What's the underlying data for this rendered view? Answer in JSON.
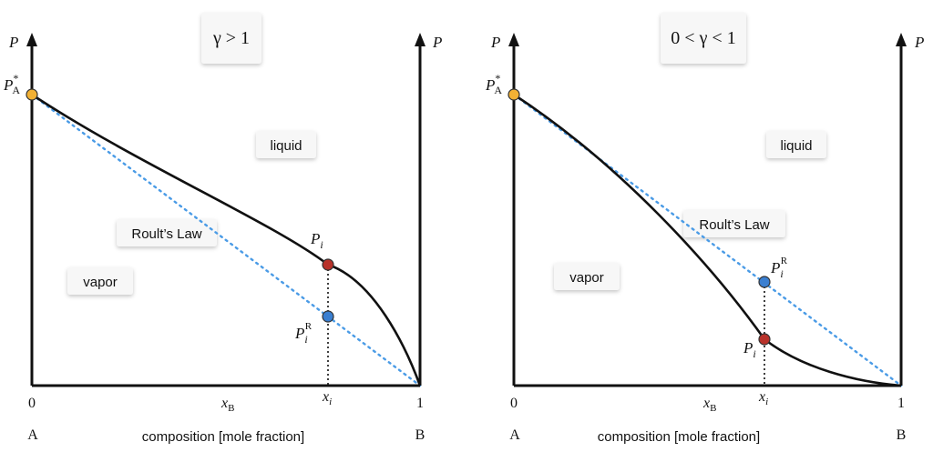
{
  "colors": {
    "curve": "#111111",
    "raoult_line": "#4a9be6",
    "pure_a_point": "#f2b134",
    "actual_point": "#b8322a",
    "raoult_point": "#3a7fd1"
  },
  "panels": [
    {
      "gamma_label": "γ > 1",
      "axis_p_left": "P",
      "axis_p_right": "P",
      "pure_a_label": {
        "main": "P",
        "sup": "*",
        "sub": "A"
      },
      "liquid_label": "liquid",
      "vapor_label": "vapor",
      "raoult_label": "Roult’s Law",
      "pi_label": {
        "main": "P",
        "sub": "i"
      },
      "pir_label": {
        "main": "P",
        "sub": "i",
        "sup": "R"
      },
      "tick_0": "0",
      "tick_1": "1",
      "xb_label": {
        "main": "x",
        "sub": "B"
      },
      "xi_label": {
        "main": "x",
        "sub": "i"
      },
      "end_a": "A",
      "end_b": "B",
      "composition_label": "composition [mole fraction]"
    },
    {
      "gamma_label": "0 < γ < 1",
      "axis_p_left": "P",
      "axis_p_right": "P",
      "pure_a_label": {
        "main": "P",
        "sup": "*",
        "sub": "A"
      },
      "liquid_label": "liquid",
      "vapor_label": "vapor",
      "raoult_label": "Roult’s Law",
      "pi_label": {
        "main": "P",
        "sub": "i"
      },
      "pir_label": {
        "main": "P",
        "sub": "i",
        "sup": "R"
      },
      "tick_0": "0",
      "tick_1": "1",
      "xb_label": {
        "main": "x",
        "sub": "B"
      },
      "xi_label": {
        "main": "x",
        "sub": "i"
      },
      "end_a": "A",
      "end_b": "B",
      "composition_label": "composition [mole fraction]"
    }
  ]
}
